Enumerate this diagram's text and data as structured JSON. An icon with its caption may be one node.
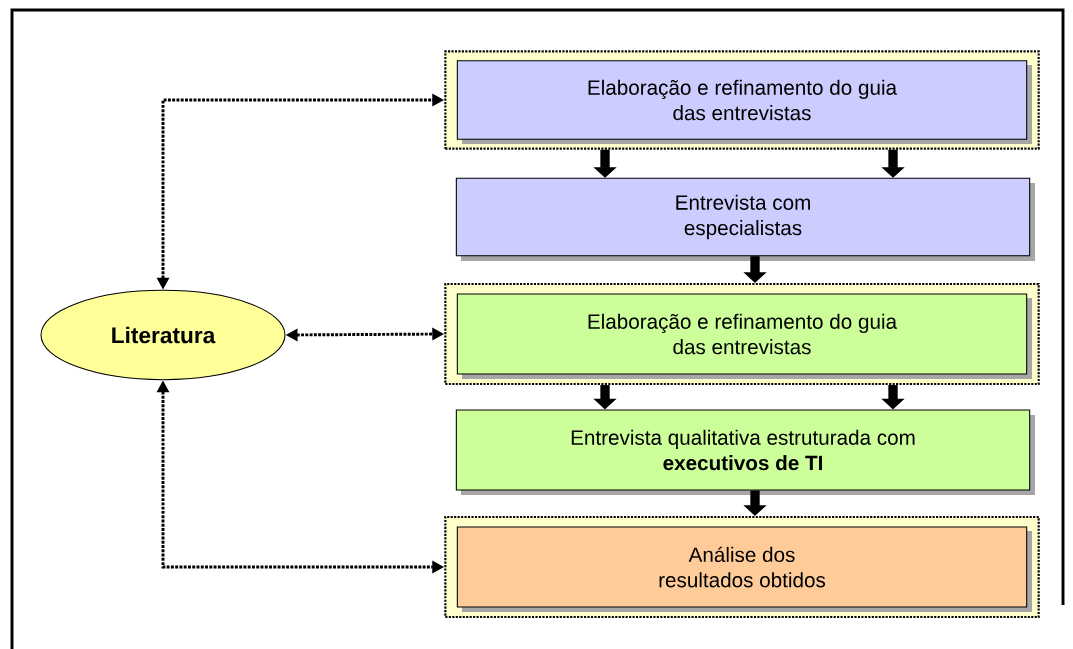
{
  "diagram": {
    "nodes": [
      {
        "text": [
          "Literatura"
        ]
      },
      {
        "text": [],
        "shape": "box"
      },
      {
        "text": [
          "Elaboração e refinamento do guia das entrevistas"
        ],
        "in": 1
      },
      {
        "text": [
          "Entrevista com especialistas"
        ]
      },
      {
        "text": [],
        "shape": "box"
      },
      {
        "text": [
          "Elaboração e refinamento do guia das entrevistas"
        ],
        "in": 4
      },
      {
        "text": [
          "Entrevista qualitativa estruturada com **executivos de TI**"
        ]
      },
      {
        "text": [],
        "shape": "box"
      },
      {
        "text": [
          "Análise dos resultados obtidos"
        ],
        "in": 7
      }
    ],
    "edges": [
      {
        "from": 0,
        "to": 1,
        "arrow": "both",
        "style": "dashed"
      },
      {
        "from": 0,
        "to": 4,
        "arrow": "both",
        "style": "dashed"
      },
      {
        "from": 0,
        "to": 7,
        "arrow": "both",
        "style": "dashed"
      },
      {
        "from": 1,
        "to": 3,
        "arrow": "to"
      },
      {
        "from": 1,
        "to": 3,
        "arrow": "to"
      },
      {
        "from": 3,
        "to": 4,
        "arrow": "to"
      },
      {
        "from": 4,
        "to": 6,
        "arrow": "to"
      },
      {
        "from": 4,
        "to": 6,
        "arrow": "to"
      },
      {
        "from": 6,
        "to": 7,
        "arrow": "to"
      }
    ]
  }
}
